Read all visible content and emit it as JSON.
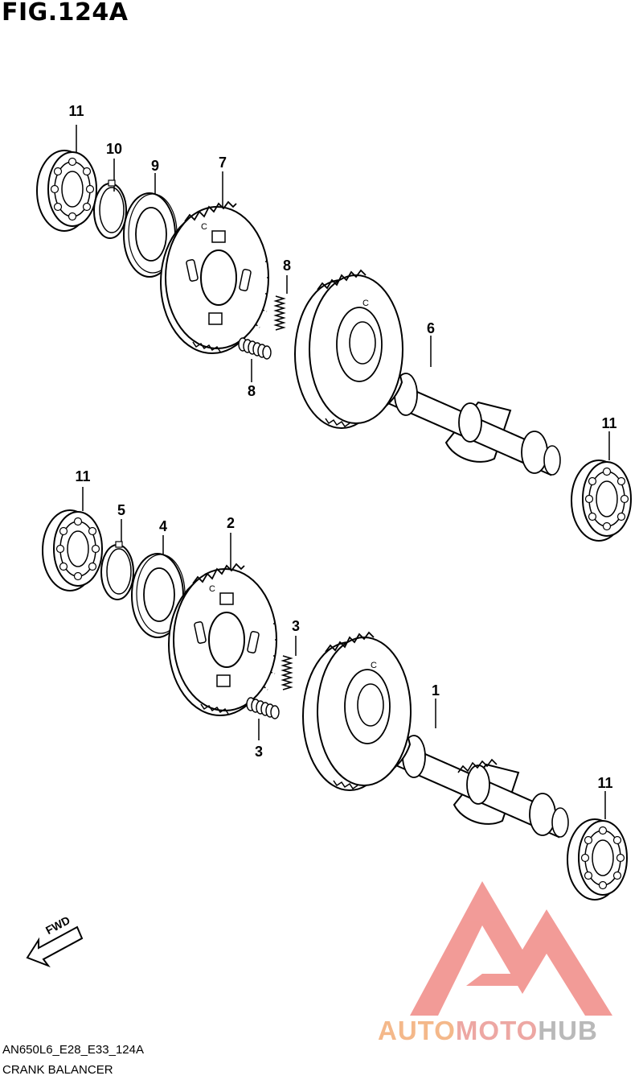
{
  "figure": {
    "title": "FIG.124A",
    "code": "AN650L6_E28_E33_124A",
    "name": "CRANK BALANCER",
    "direction_label": "FWD"
  },
  "callouts": {
    "upper": {
      "bearing_left": "11",
      "circlip": "10",
      "washer": "9",
      "gear": "7",
      "spring_top": "8",
      "spring_bottom": "8",
      "shaft": "6",
      "bearing_right": "11"
    },
    "lower": {
      "bearing_left": "11",
      "circlip": "5",
      "washer": "4",
      "gear": "2",
      "spring_top": "3",
      "spring_bottom": "3",
      "shaft": "1",
      "bearing_right": "11"
    }
  },
  "watermark": {
    "part1": "AUTO",
    "part2": "MOTO",
    "part3": "HUB",
    "colors": {
      "orange": "#f4b88a",
      "pink": "#eda7a3",
      "gray": "#b9b9b9",
      "logo": "#f08a86"
    }
  }
}
